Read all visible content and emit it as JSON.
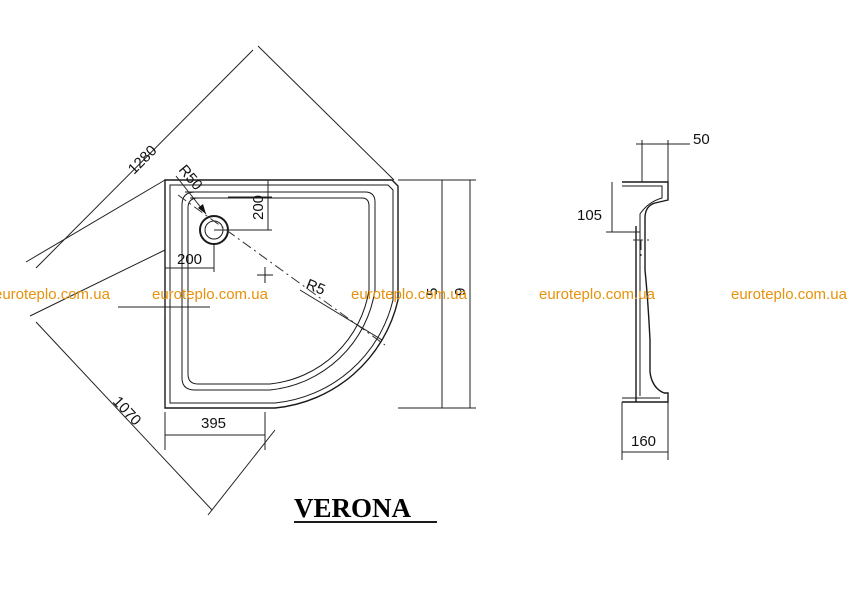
{
  "product": {
    "name": "VERONA"
  },
  "dimensions": {
    "diagonal_top": "1280",
    "diagonal_left": "1070",
    "drain_radius": "R50",
    "drain_offset_y": "200",
    "drain_offset_x": "200",
    "curve_radius": "R5",
    "bottom_straight": "395",
    "height_inner": "5",
    "height_outer": "9",
    "section_top": "50",
    "section_depth": "105",
    "section_width": "160"
  },
  "watermark": {
    "text": "euroteplo.com.ua",
    "repeat": [
      "euroteplo.com.ua",
      "euroteplo.com.ua",
      "euroteplo.com.ua",
      "euroteplo.com.ua",
      "euroteplo.com.ua"
    ]
  },
  "colors": {
    "watermark": "#e8910c",
    "lines": "#1a1a1a"
  }
}
